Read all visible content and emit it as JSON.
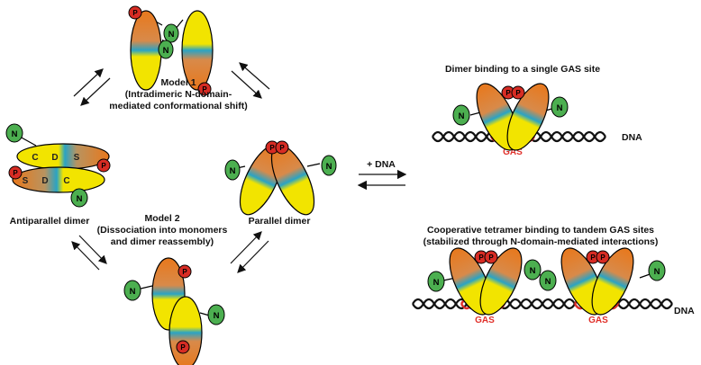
{
  "labels": {
    "model1_title": "Model 1",
    "model1_desc_1": "(Intradimeric N-domain-",
    "model1_desc_2": "mediated conformational shift)",
    "model2_title": "Model 2",
    "model2_desc_1": "(Dissociation into monomers",
    "model2_desc_2": "and dimer reassembly)",
    "antiparallel": "Antiparallel dimer",
    "parallel": "Parallel dimer",
    "plus_dna": "+ DNA",
    "dimer_binding": "Dimer binding to a single GAS site",
    "coop_1": "Cooperative tetramer binding to tandem GAS sites",
    "coop_2": "(stabilized through N-domain-mediated interactions)",
    "dna": "DNA",
    "gas": "GAS"
  },
  "glyphs": {
    "p": "P",
    "n": "N",
    "c": "C",
    "d": "D",
    "s": "S"
  },
  "colors": {
    "orange": "#e8781c",
    "teal": "#2aa3c4",
    "yellow": "#f2e400",
    "green": "#4caf50",
    "red": "#d72c24",
    "gas_red": "#e0302a",
    "outline": "#000000"
  }
}
